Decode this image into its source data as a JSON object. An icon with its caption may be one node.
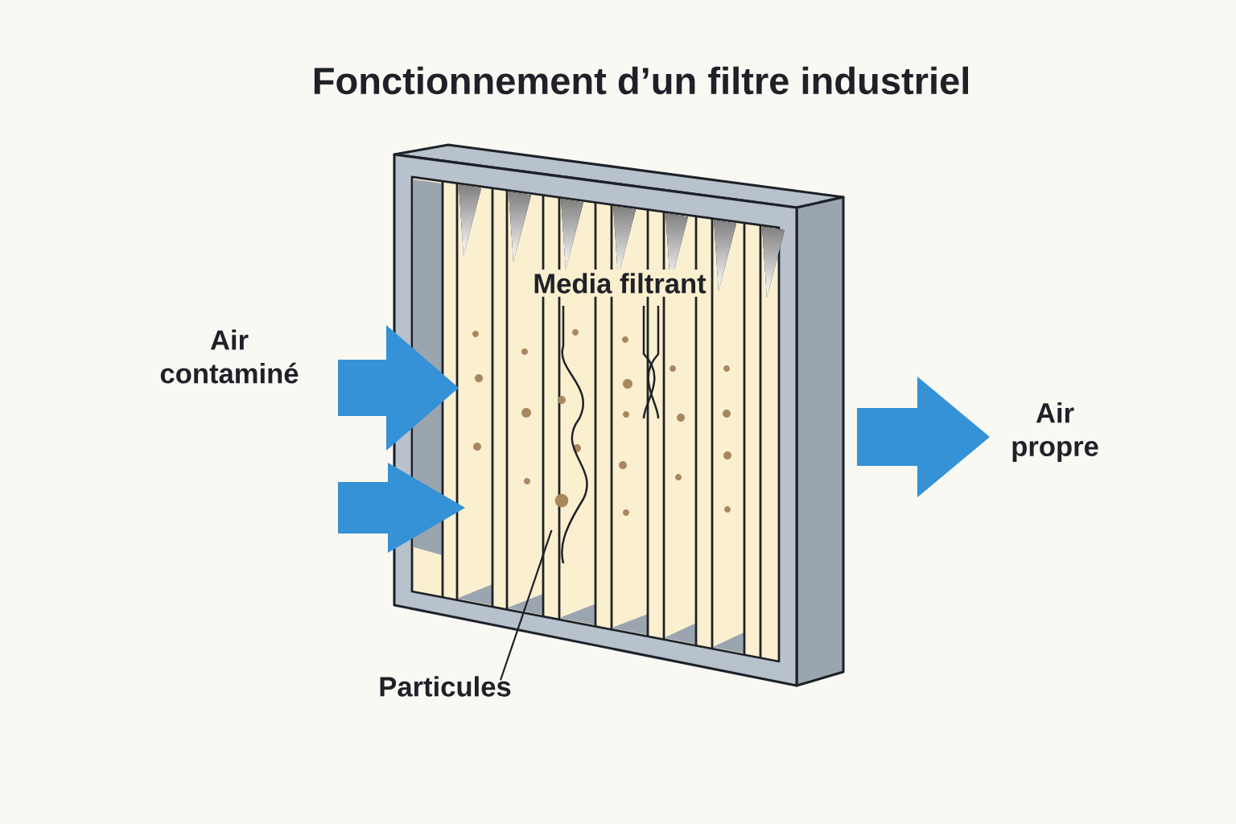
{
  "diagram": {
    "title": "Fonctionnement d’un filtre industriel",
    "nodes": [
      {
        "text": [
          "Particules"
        ]
      },
      {
        "text": [],
        "shape": "circle"
      }
    ],
    "edges": [
      {
        "from": 0,
        "to": 1,
        "arrow": "none"
      }
    ],
    "labels": [
      "Media filtrant",
      "Air contaminé",
      "Air propre"
    ]
  }
}
